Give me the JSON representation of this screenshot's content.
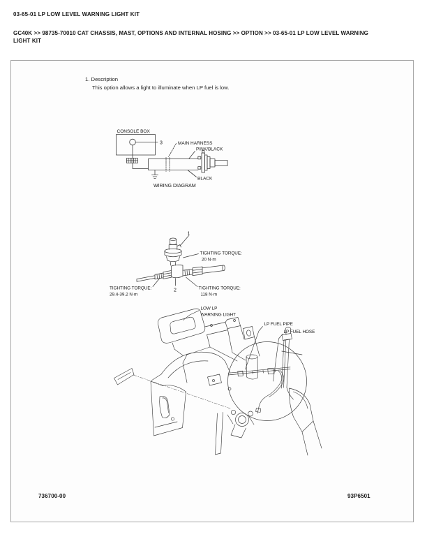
{
  "page": {
    "title": "03-65-01 LP LOW LEVEL WARNING LIGHT KIT",
    "breadcrumb": {
      "full": "GC40K >> 98735-70010 CAT CHASSIS, MAST, OPTIONS AND INTERNAL HOSING >> OPTION >> 03-65-01 LP LOW LEVEL WARNING LIGHT KIT",
      "line1": "GC40K >> 98735-70010 CAT CHASSIS, MAST, OPTIONS AND INTERNAL HOSING >> OPTION >> 03-65-01 LP LOW LEVEL WARNING",
      "line2": "LIGHT KIT"
    }
  },
  "description": {
    "heading": "1. Description",
    "body": "This option allows a light to illuminate when LP fuel is low."
  },
  "wiring": {
    "console_box": "CONSOLE BOX",
    "callout_3": "3",
    "main_harness": "MAIN HARNESS",
    "pink_black": "PINK/BLACK",
    "black": "BLACK",
    "caption": "WIRING DIAGRAM"
  },
  "torque": {
    "callout_1": "1",
    "callout_2": "2",
    "sensor": {
      "label": "TIGHTING TORQUE:",
      "value": "20 N·m"
    },
    "left": {
      "label": "TIGHTING TORQUE:",
      "value": "29.4-39.2 N·m"
    },
    "right": {
      "label": "TIGHTING TORQUE:",
      "value": "118 N·m"
    }
  },
  "illustration": {
    "low_lp_line1": "LOW LP",
    "low_lp_line2": "WARNING LIGHT",
    "fuel_pipe": "LP FUEL PIPE",
    "fuel_hose": "LP FUEL HOSE"
  },
  "footer": {
    "doc_number": "736700-00",
    "page_code": "93P6501"
  },
  "colors": {
    "text": "#1a1a1a",
    "line_art": "#3d3d3d",
    "box_border": "#a6a6a6",
    "box_bg": "#fdfdfd"
  }
}
